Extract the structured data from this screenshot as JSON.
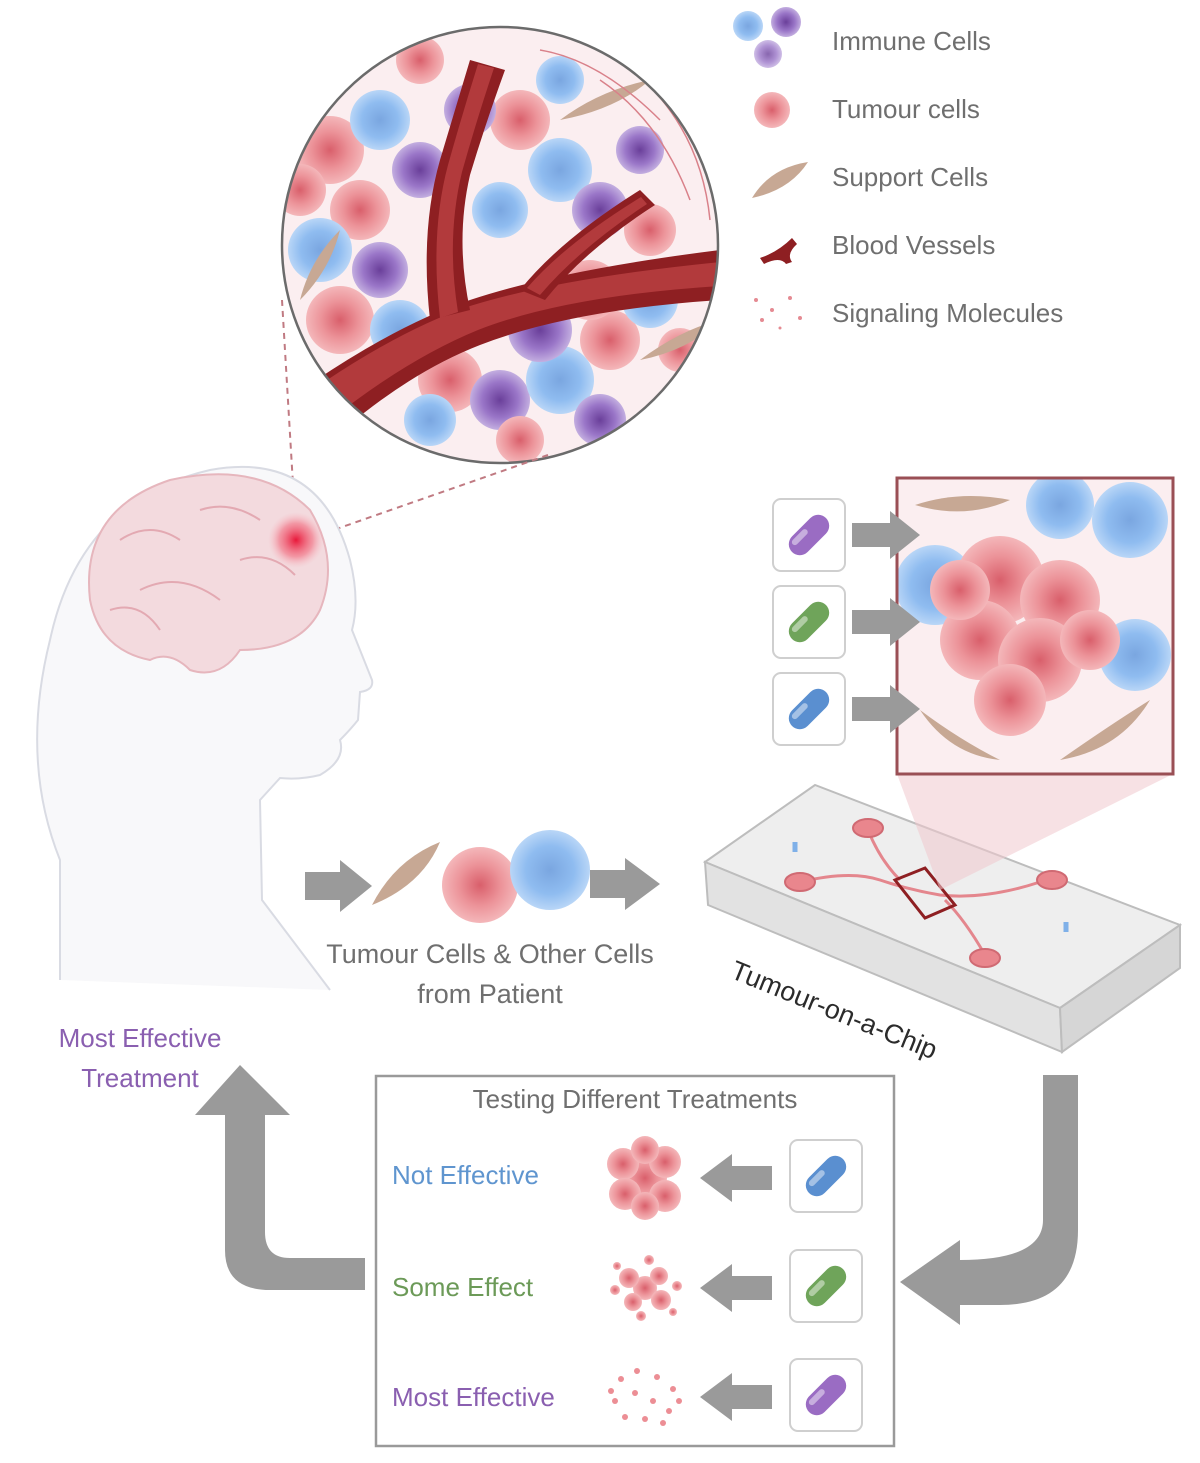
{
  "legend": {
    "items": [
      {
        "label": "Immune Cells",
        "icon": "immune-cells-icon"
      },
      {
        "label": "Tumour cells",
        "icon": "tumour-cell-icon"
      },
      {
        "label": "Support Cells",
        "icon": "support-cell-icon"
      },
      {
        "label": "Blood Vessels",
        "icon": "blood-vessel-icon"
      },
      {
        "label": "Signaling Molecules",
        "icon": "signaling-molecules-icon"
      }
    ]
  },
  "patient_cells_label": "Tumour Cells & Other Cells from Patient",
  "chip_label": "Tumour-on-a-Chip",
  "result_label": "Most Effective Treatment",
  "testing": {
    "title": "Testing Different Treatments",
    "rows": [
      {
        "label": "Not Effective",
        "drug_color": "#5a8fd0"
      },
      {
        "label": "Some Effect",
        "drug_color": "#6fa45a"
      },
      {
        "label": "Most Effective",
        "drug_color": "#9a6cc3"
      }
    ]
  },
  "colors": {
    "arrow_grey": "#9a9a9a",
    "tumour_pink": "#e9868d",
    "immune_blue": "#7fb0e8",
    "immune_purple": "#8c62b8",
    "vessel_red": "#8e1f22",
    "support_tan": "#c4a58f",
    "not_effective": "#5f95cf",
    "some_effect": "#6c9a58",
    "most_effective": "#8a5fb0"
  }
}
